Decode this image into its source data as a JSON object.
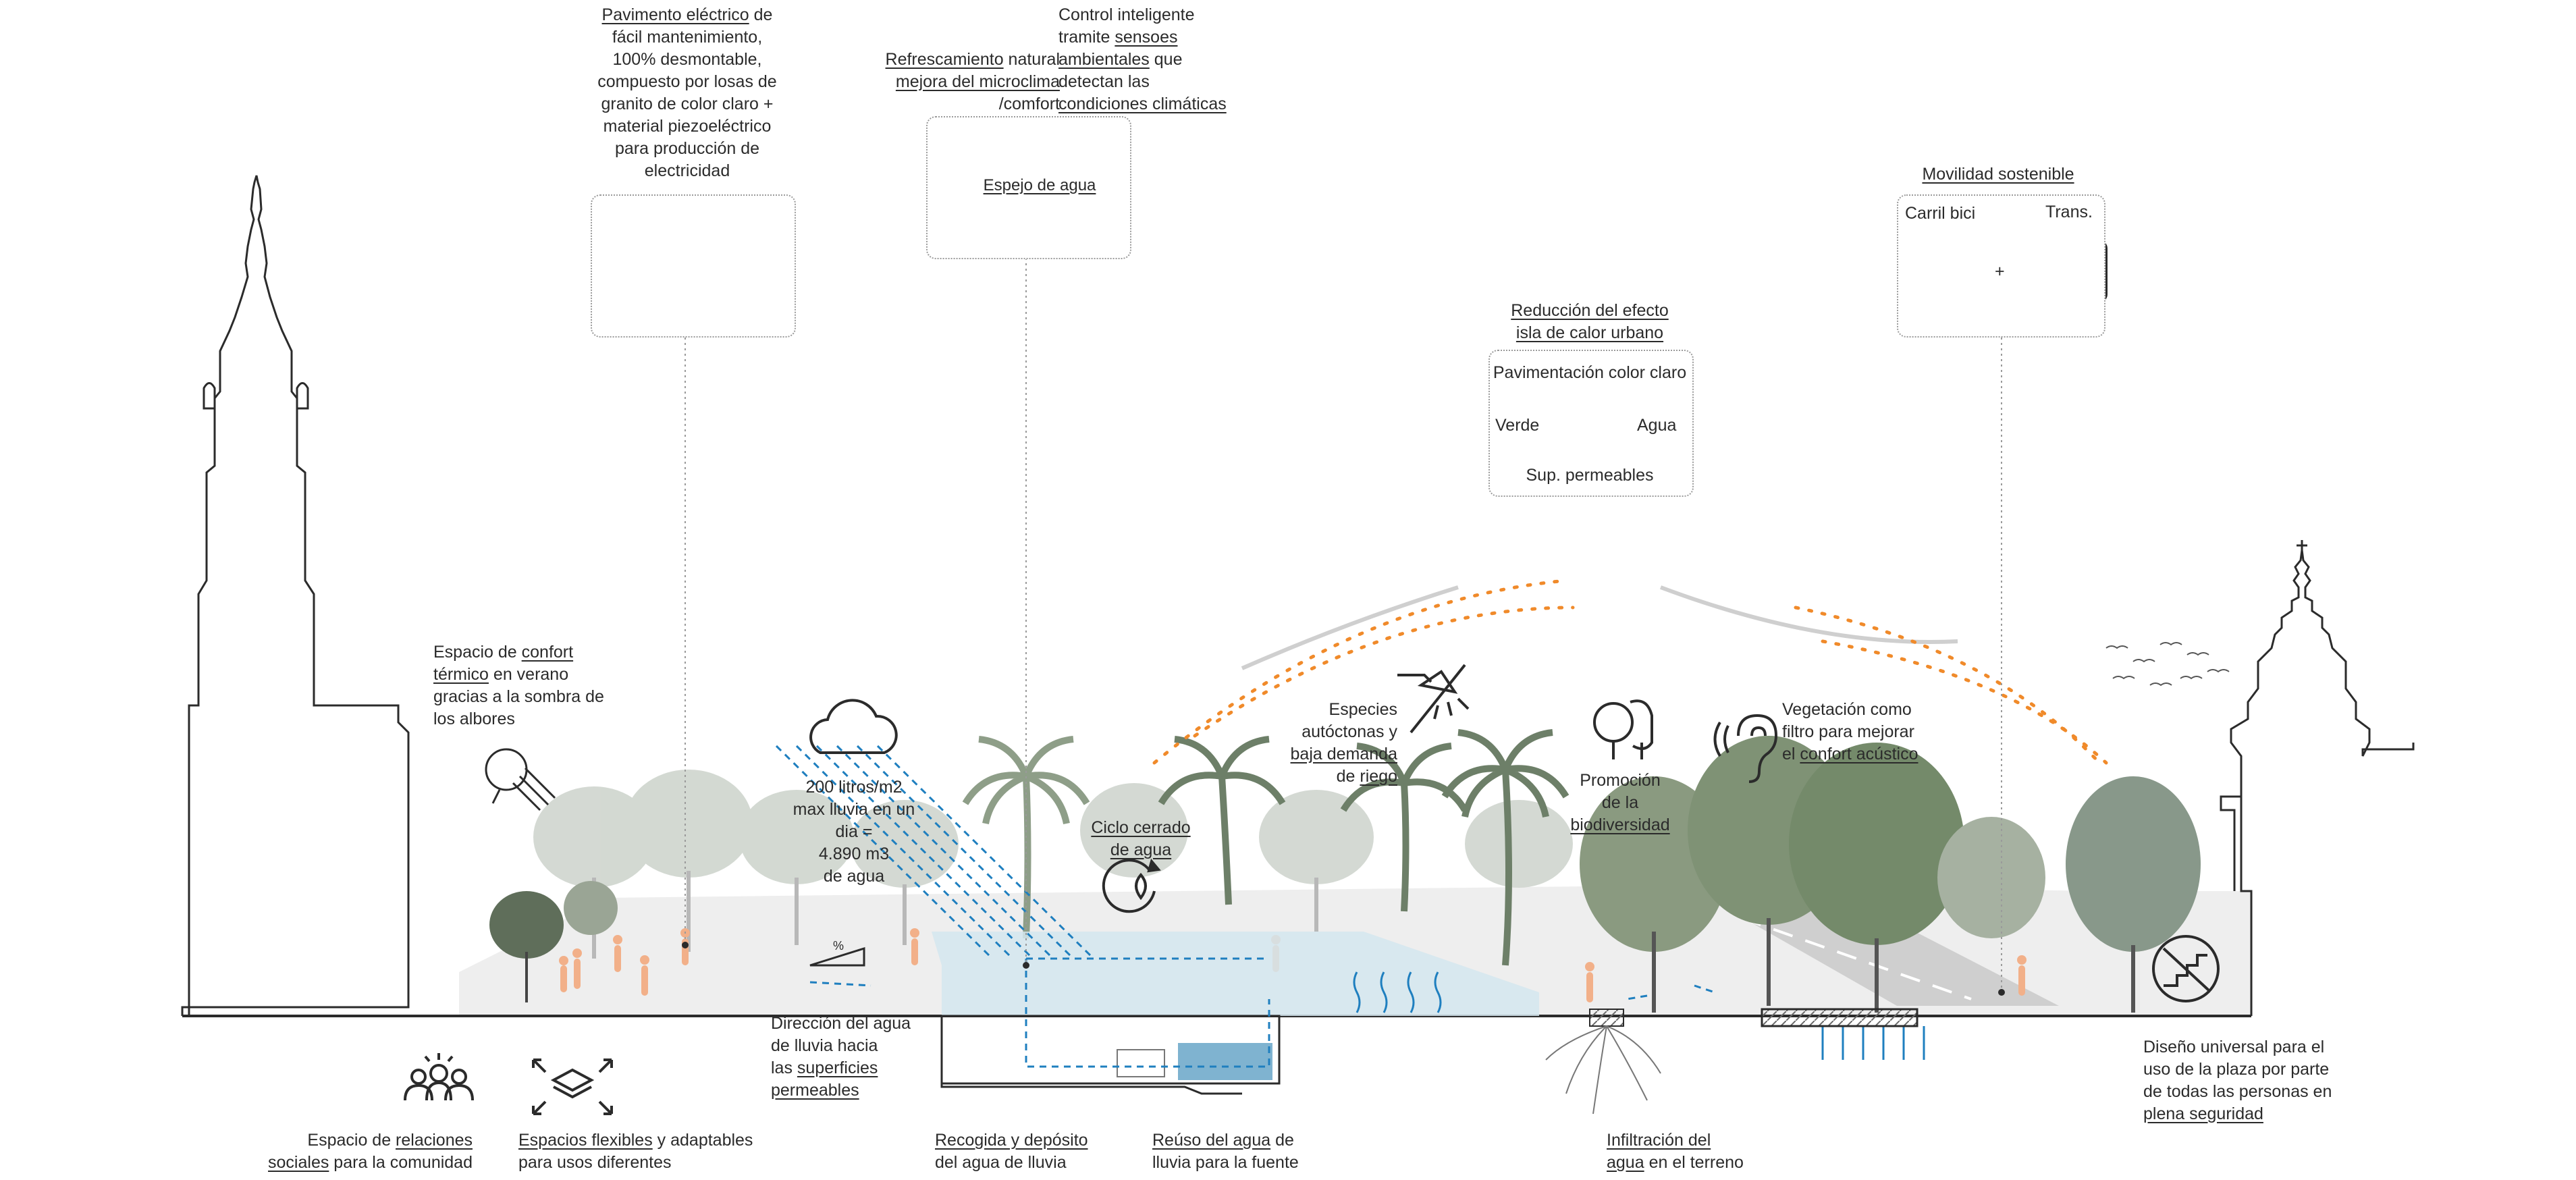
{
  "labels": {
    "pavimento": {
      "u": "Pavimento eléctrico",
      "t1": " de",
      "rest": [
        "fácil mantenimiento,",
        "100% desmontable,",
        "compuesto por losas de",
        "granito de color claro +",
        "material piezoeléctrico",
        "para producción de",
        "electricidad"
      ]
    },
    "refresc": {
      "u1": "Refrescamiento",
      "t1": " natural",
      "u2": "mejora del microclima",
      "t2": "/comfort"
    },
    "control": {
      "l1": "Control inteligente",
      "l2a": "tramite ",
      "l2u": "sensoes",
      "l3u": "ambientales",
      "l3b": " que",
      "l4": "detectan las",
      "l5u": "condiciones climáticas"
    },
    "espejo": "Espejo de agua",
    "movilidad": {
      "title": "Movilidad sostenible",
      "bici": "Carril bici",
      "trans": "Trans.",
      "plus": "+"
    },
    "isla": {
      "l1": "Reducción del efecto",
      "l2": "isla de calor urbano",
      "top": "Pavimentación color claro",
      "left": "Verde",
      "right": "Agua",
      "bottom": "Sup. permeables"
    },
    "confort": {
      "l1": "Espacio de ",
      "u1": "confort",
      "u2": "térmico",
      "l2b": " en verano",
      "l3": "gracias a la sombra de",
      "l4": "los albores"
    },
    "lluvia": {
      "l1": "200 litros/m2",
      "l2": "max lluvia en un",
      "l3": "dia =",
      "l4": "4.890 m3",
      "l5": "de agua"
    },
    "ciclo": {
      "l1": "Ciclo cerrado",
      "l2": "de agua"
    },
    "especies": {
      "l1": "Especies",
      "l2": "autóctonas y",
      "l3u": "baja demanda",
      "l4a": "de ",
      "l4u": "riego"
    },
    "biodiv": {
      "l1": "Promoción",
      "l2": "de la",
      "l3u": "biodiversidad"
    },
    "vegetacion": {
      "l1": "Vegetación como",
      "l2": "filtro para mejorar",
      "l3a": "el ",
      "l3u": "confort acústico"
    },
    "direccion": {
      "l1": "Dirección del agua",
      "l2": "de lluvia hacia",
      "l3a": "las ",
      "l3u": "superficies",
      "l4u": "permeables"
    },
    "social": {
      "l1a": "Espacio de ",
      "l1u": "relaciones",
      "l2u": "sociales",
      "l2b": " para la comunidad"
    },
    "flexibles": {
      "u": "Espacios flexibles",
      "t": " y adaptables",
      "l2": "para usos diferentes"
    },
    "recogida": {
      "u": "Recogida y depósito",
      "l2": "del agua de lluvia"
    },
    "reuso": {
      "u": "Reúso del agua",
      "t": " de",
      "l2": "lluvia para la fuente"
    },
    "infiltracion": {
      "u1": "Infiltración del",
      "u2": "agua",
      "t2": " en el terreno"
    },
    "diseno": {
      "l1": "Diseño universal para el",
      "l2": "uso de la plaza por parte",
      "l3": "de todas las personas en",
      "l4u": "plena seguridad"
    },
    "percent": "%"
  },
  "colors": {
    "line": "#2b2b2b",
    "water": "#1f7fbf",
    "pool": "#cfe3ee",
    "orange": "#f08a2a",
    "people": "#f2b089",
    "tree": "#c7cec6",
    "treedark": "#7f9275"
  },
  "icons": [
    "energy-cycle-icon",
    "thermometer-icon",
    "sensor-signal-icon",
    "bicycle-icon",
    "bus-icon",
    "heat-island-icon",
    "cloud-icon",
    "shade-tree-icon",
    "cycle-water-icon",
    "shower-off-icon",
    "trees-icon",
    "ear-icon",
    "slope-icon",
    "community-icon",
    "flexible-space-icon",
    "stairs-off-icon"
  ]
}
